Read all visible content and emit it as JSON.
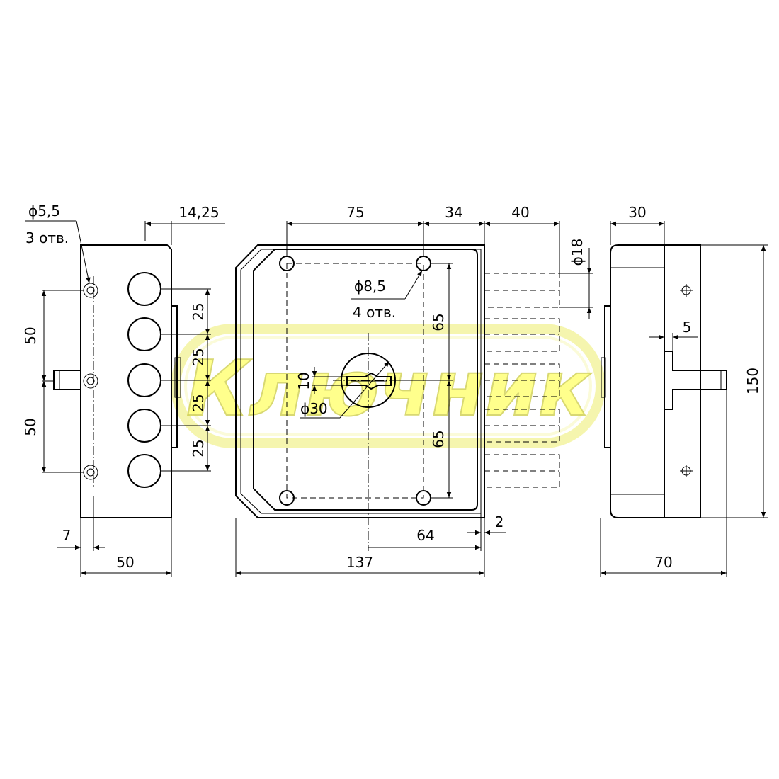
{
  "watermark": {
    "text": "Ключник",
    "fill": "#ffff66",
    "ring": "#f3f39a"
  },
  "side_view": {
    "hole_note": {
      "diameter": "ϕ5,5",
      "count": "3 отв."
    },
    "dims": {
      "top": "14,25",
      "pitch_upper": "50",
      "pitch_lower": "50",
      "bolt_1": "25",
      "bolt_2": "25",
      "bolt_3": "25",
      "bolt_4": "25",
      "offset": "7",
      "width": "50"
    }
  },
  "front_view": {
    "hole_note": {
      "diameter": "ϕ8,5",
      "count": "4 отв."
    },
    "cylinder": {
      "diameter": "ϕ30",
      "slot": "10"
    },
    "dims": {
      "top_left": "75",
      "top_mid": "34",
      "top_right": "40",
      "bolt_dia": "ϕ18",
      "v_upper": "65",
      "v_lower": "65",
      "bottom_offset": "64",
      "gap": "2",
      "width": "137"
    }
  },
  "end_view": {
    "dims": {
      "top": "30",
      "spindle": "5",
      "height": "150",
      "width": "70"
    }
  }
}
